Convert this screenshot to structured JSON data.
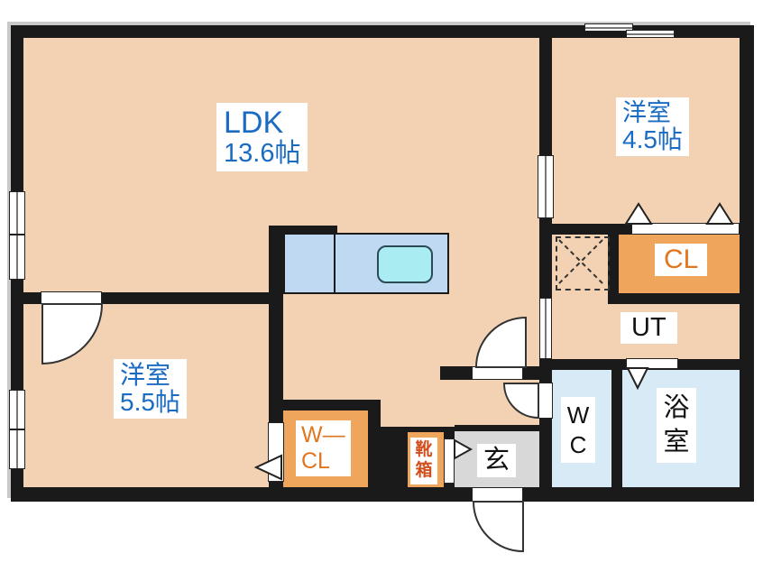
{
  "floorplan": {
    "rooms": {
      "ldk": {
        "name": "LDK",
        "size": "13.6帖"
      },
      "bedroom_45": {
        "name": "洋室",
        "size": "4.5帖"
      },
      "bedroom_55": {
        "name": "洋室",
        "size": "5.5帖"
      },
      "closet": {
        "label": "CL"
      },
      "utility": {
        "label": "UT"
      },
      "walk_in_closet": {
        "line1": "W—",
        "line2": "CL"
      },
      "toilet": {
        "label": "WC"
      },
      "bath": {
        "label": "浴室"
      },
      "entrance": {
        "label": "玄"
      },
      "shoe_box": {
        "label": "靴箱"
      }
    },
    "colors": {
      "wall": "#1a1a1a",
      "floor": "#f2d2b2",
      "closet_orange": "#efa55c",
      "label_blue": "#1a6cc2",
      "closet_label_orange": "#e0761f",
      "shoebox_red": "#d24e1c",
      "counter_blue": "#bfd9f2",
      "sink_cyan": "#a9edf3",
      "bath_blue": "#d9eaf7",
      "genkan_gray": "#d8d8d8"
    }
  }
}
